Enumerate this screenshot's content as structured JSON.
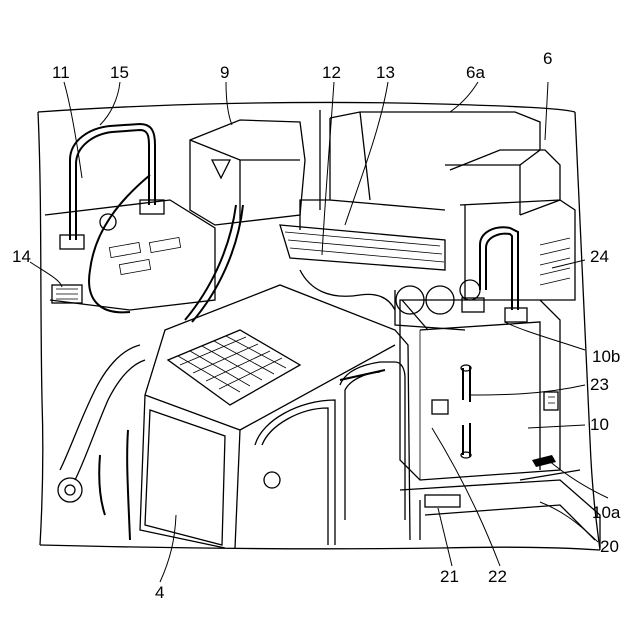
{
  "figure": {
    "reference_numerals": [
      {
        "id": "n11",
        "text": "11"
      },
      {
        "id": "n15",
        "text": "15"
      },
      {
        "id": "n9",
        "text": "9"
      },
      {
        "id": "n12",
        "text": "12"
      },
      {
        "id": "n13",
        "text": "13"
      },
      {
        "id": "n6a",
        "text": "6a"
      },
      {
        "id": "n6",
        "text": "6"
      },
      {
        "id": "n14",
        "text": "14"
      },
      {
        "id": "n24",
        "text": "24"
      },
      {
        "id": "n10b",
        "text": "10b"
      },
      {
        "id": "n23",
        "text": "23"
      },
      {
        "id": "n10",
        "text": "10"
      },
      {
        "id": "n10a",
        "text": "10a"
      },
      {
        "id": "n20",
        "text": "20"
      },
      {
        "id": "n4",
        "text": "4"
      },
      {
        "id": "n21",
        "text": "21"
      },
      {
        "id": "n22",
        "text": "22"
      }
    ],
    "colors": {
      "line": "#000000",
      "background": "#ffffff"
    }
  }
}
